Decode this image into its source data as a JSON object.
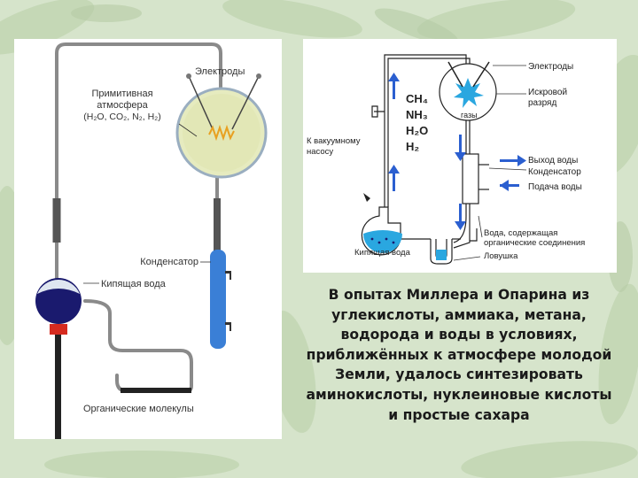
{
  "left_diagram": {
    "electrodes": "Электроды",
    "atmosphere_line1": "Примитивная",
    "atmosphere_line2": "атмосфера",
    "atmosphere_line3": "(H₂O, CO₂, N₂, H₂)",
    "condenser": "Конденсатор",
    "boiling_water": "Кипящая вода",
    "organic_molecules": "Органические молекулы"
  },
  "right_diagram": {
    "electrodes": "Электроды",
    "spark_line1": "Искровой",
    "spark_line2": "разряд",
    "gases": "газы",
    "ch4": "CH₄",
    "nh3": "NH₃",
    "h2o": "H₂O",
    "h2": "H₂",
    "vacuum_line1": "К вакуумному",
    "vacuum_line2": "насосу",
    "water_out": "Выход воды",
    "condenser": "Конденсатор",
    "water_in": "Подача воды",
    "organic_water_line1": "Вода, содержащая",
    "organic_water_line2": "органические соединения",
    "boiling_water": "Кипящая вода",
    "trap": "Ловушка"
  },
  "caption": {
    "text": "В опытах Миллера и Опарина из углекислоты, аммиака, метана, водорода и воды в условиях, приближённых к атмосфере молодой Земли, удалось синтезировать аминокислоты, нуклеиновые кислоты и простые сахара"
  },
  "colors": {
    "background": "#d9e6cf",
    "sphere_fill": "#e6ebbf",
    "flask_water": "#1a1a6e",
    "condenser_blue": "#3a7fd6",
    "arrow_blue": "#2b5fd0",
    "spark_blue": "#2aa7e0",
    "spark_orange": "#e8a020"
  }
}
